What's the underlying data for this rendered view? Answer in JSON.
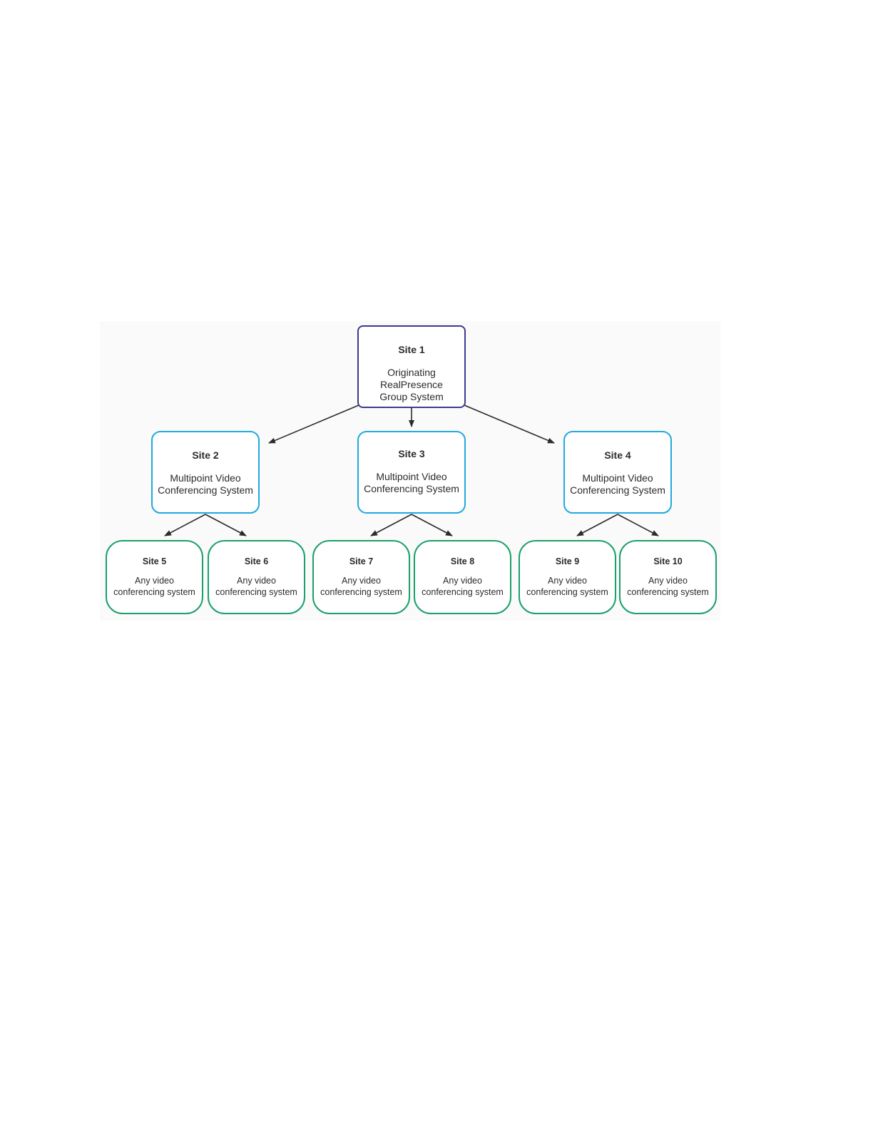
{
  "colors": {
    "root_border": "#3d3a8c",
    "mid_border": "#21a9dd",
    "leaf_border": "#1aa06a",
    "arrow": "#2b2b2b",
    "text": "#2b2b2b"
  },
  "nodes": {
    "site1": {
      "title": "Site 1",
      "lines": [
        "Originating",
        "RealPresence",
        "Group System"
      ]
    },
    "site2": {
      "title": "Site 2",
      "lines": [
        "Multipoint Video",
        "Conferencing System"
      ]
    },
    "site3": {
      "title": "Site 3",
      "lines": [
        "Multipoint Video",
        "Conferencing System"
      ]
    },
    "site4": {
      "title": "Site 4",
      "lines": [
        "Multipoint Video",
        "Conferencing System"
      ]
    },
    "site5": {
      "title": "Site 5",
      "lines": [
        "Any video",
        "conferencing system"
      ]
    },
    "site6": {
      "title": "Site 6",
      "lines": [
        "Any video",
        "conferencing system"
      ]
    },
    "site7": {
      "title": "Site 7",
      "lines": [
        "Any video",
        "conferencing system"
      ]
    },
    "site8": {
      "title": "Site 8",
      "lines": [
        "Any video",
        "conferencing system"
      ]
    },
    "site9": {
      "title": "Site 9",
      "lines": [
        "Any video",
        "conferencing system"
      ]
    },
    "site10": {
      "title": "Site 10",
      "lines": [
        "Any video",
        "conferencing system"
      ]
    }
  },
  "edges": [
    {
      "from": "site1",
      "to": "site2"
    },
    {
      "from": "site1",
      "to": "site3"
    },
    {
      "from": "site1",
      "to": "site4"
    },
    {
      "from": "site2",
      "to": "site5"
    },
    {
      "from": "site2",
      "to": "site6"
    },
    {
      "from": "site3",
      "to": "site7"
    },
    {
      "from": "site3",
      "to": "site8"
    },
    {
      "from": "site4",
      "to": "site9"
    },
    {
      "from": "site4",
      "to": "site10"
    }
  ]
}
